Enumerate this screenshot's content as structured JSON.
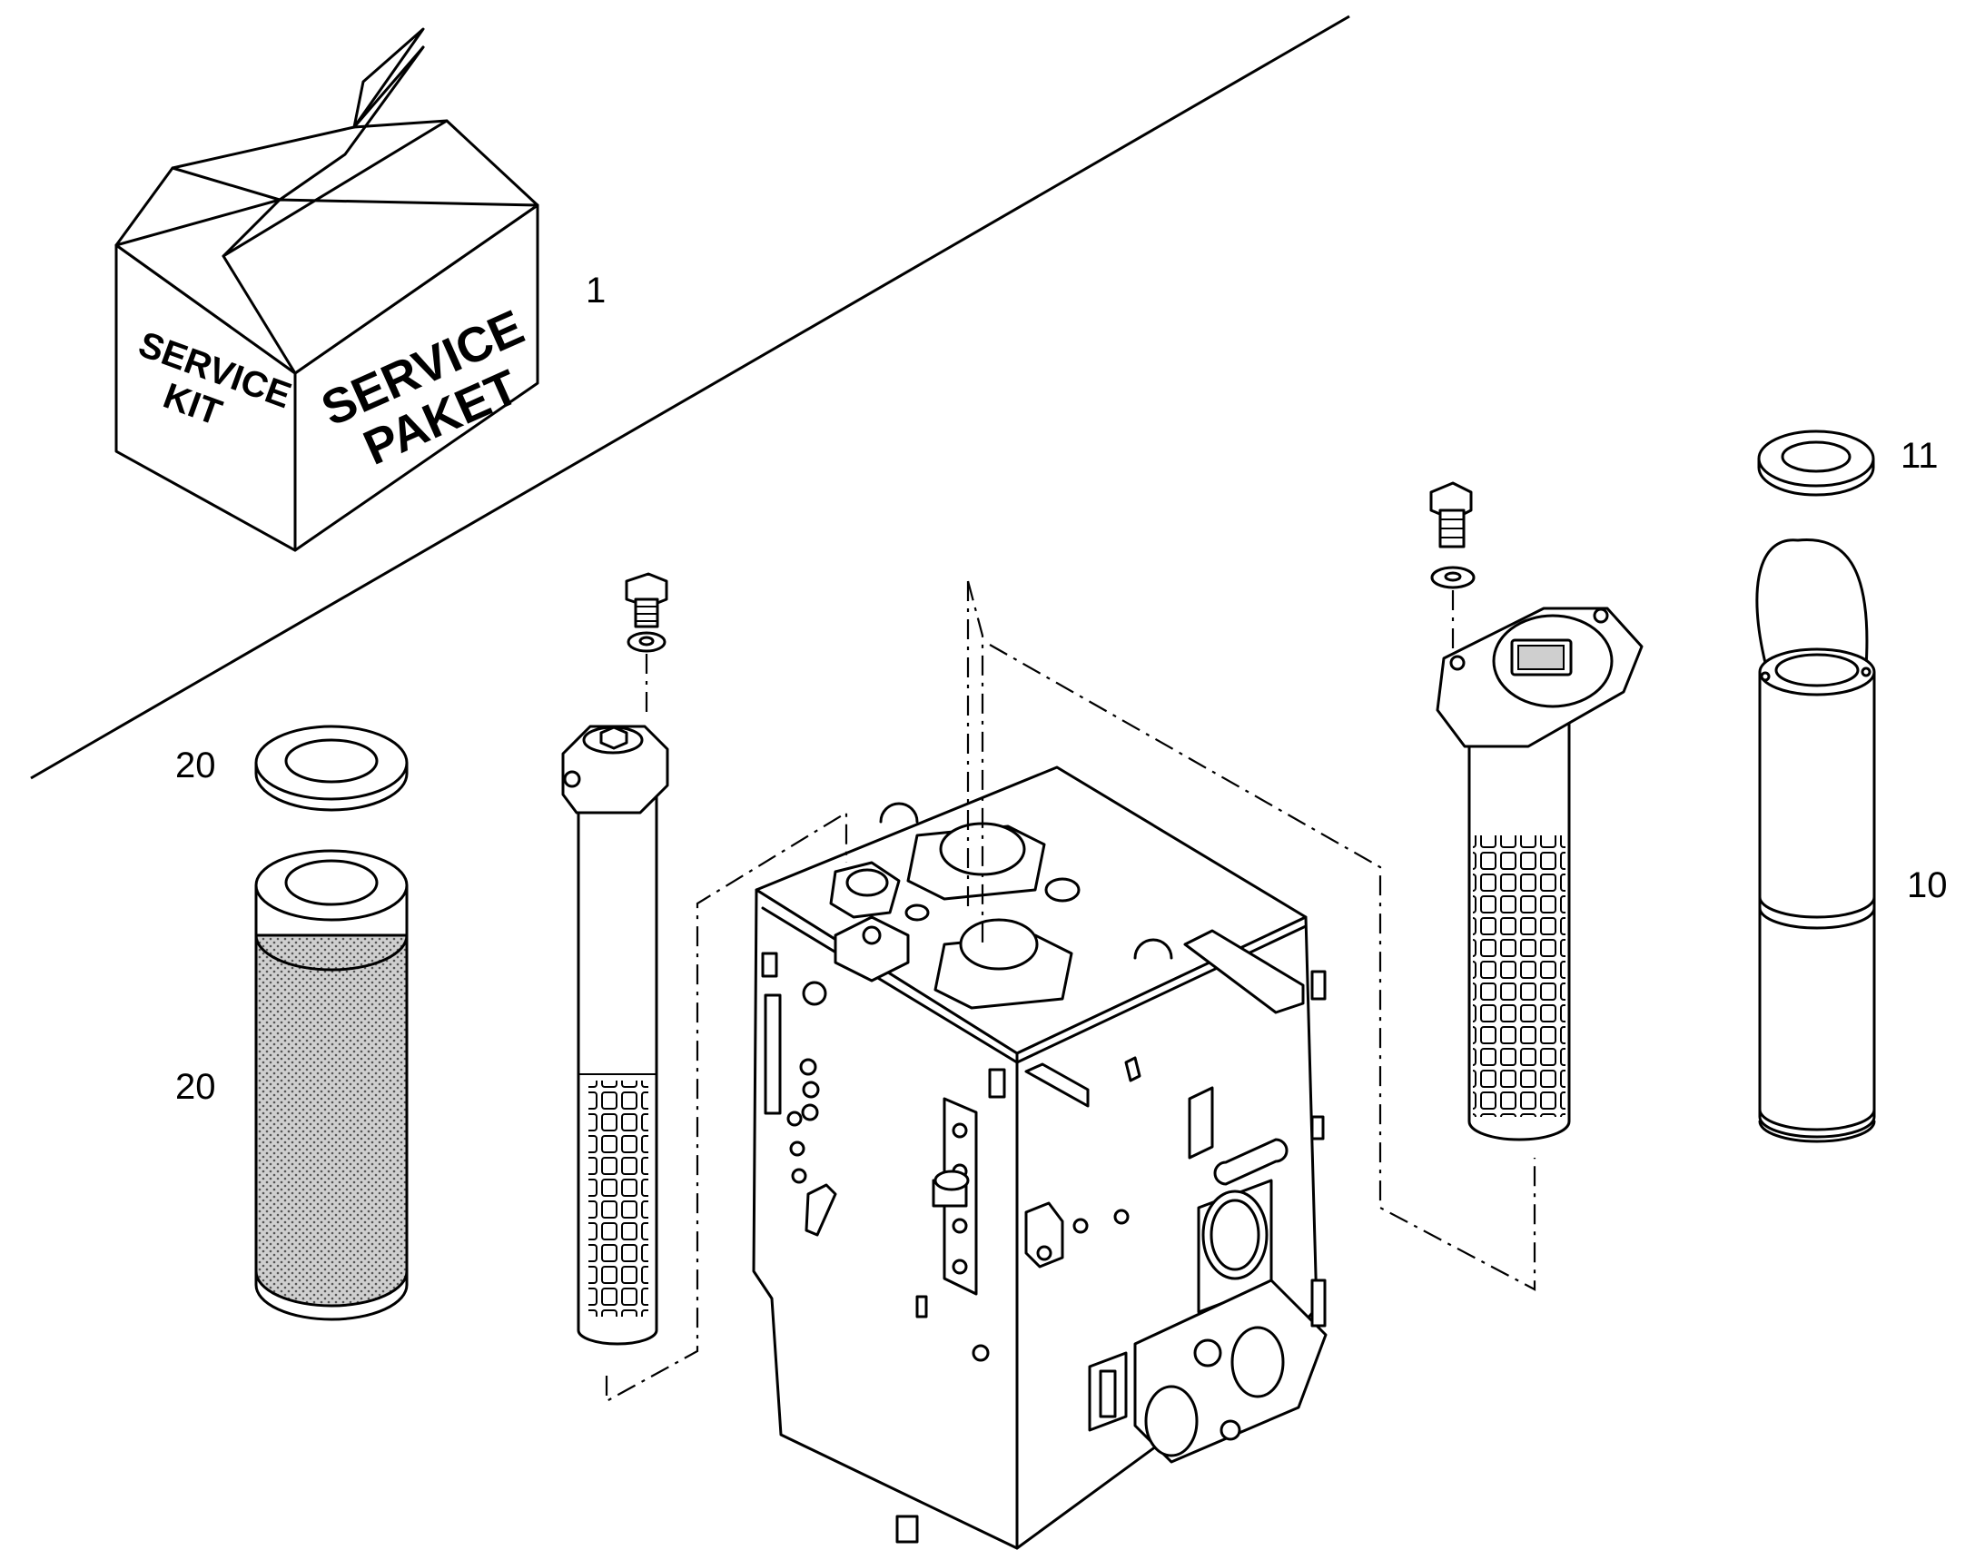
{
  "service_box": {
    "side_label_line1": "SERVICE",
    "side_label_line2": "KIT",
    "front_label_line1": "SERVICE",
    "front_label_line2": "PAKET"
  },
  "callouts": {
    "item_1": "1",
    "item_11": "11",
    "item_10": "10",
    "item_20_top": "20",
    "item_20_bottom": "20"
  }
}
